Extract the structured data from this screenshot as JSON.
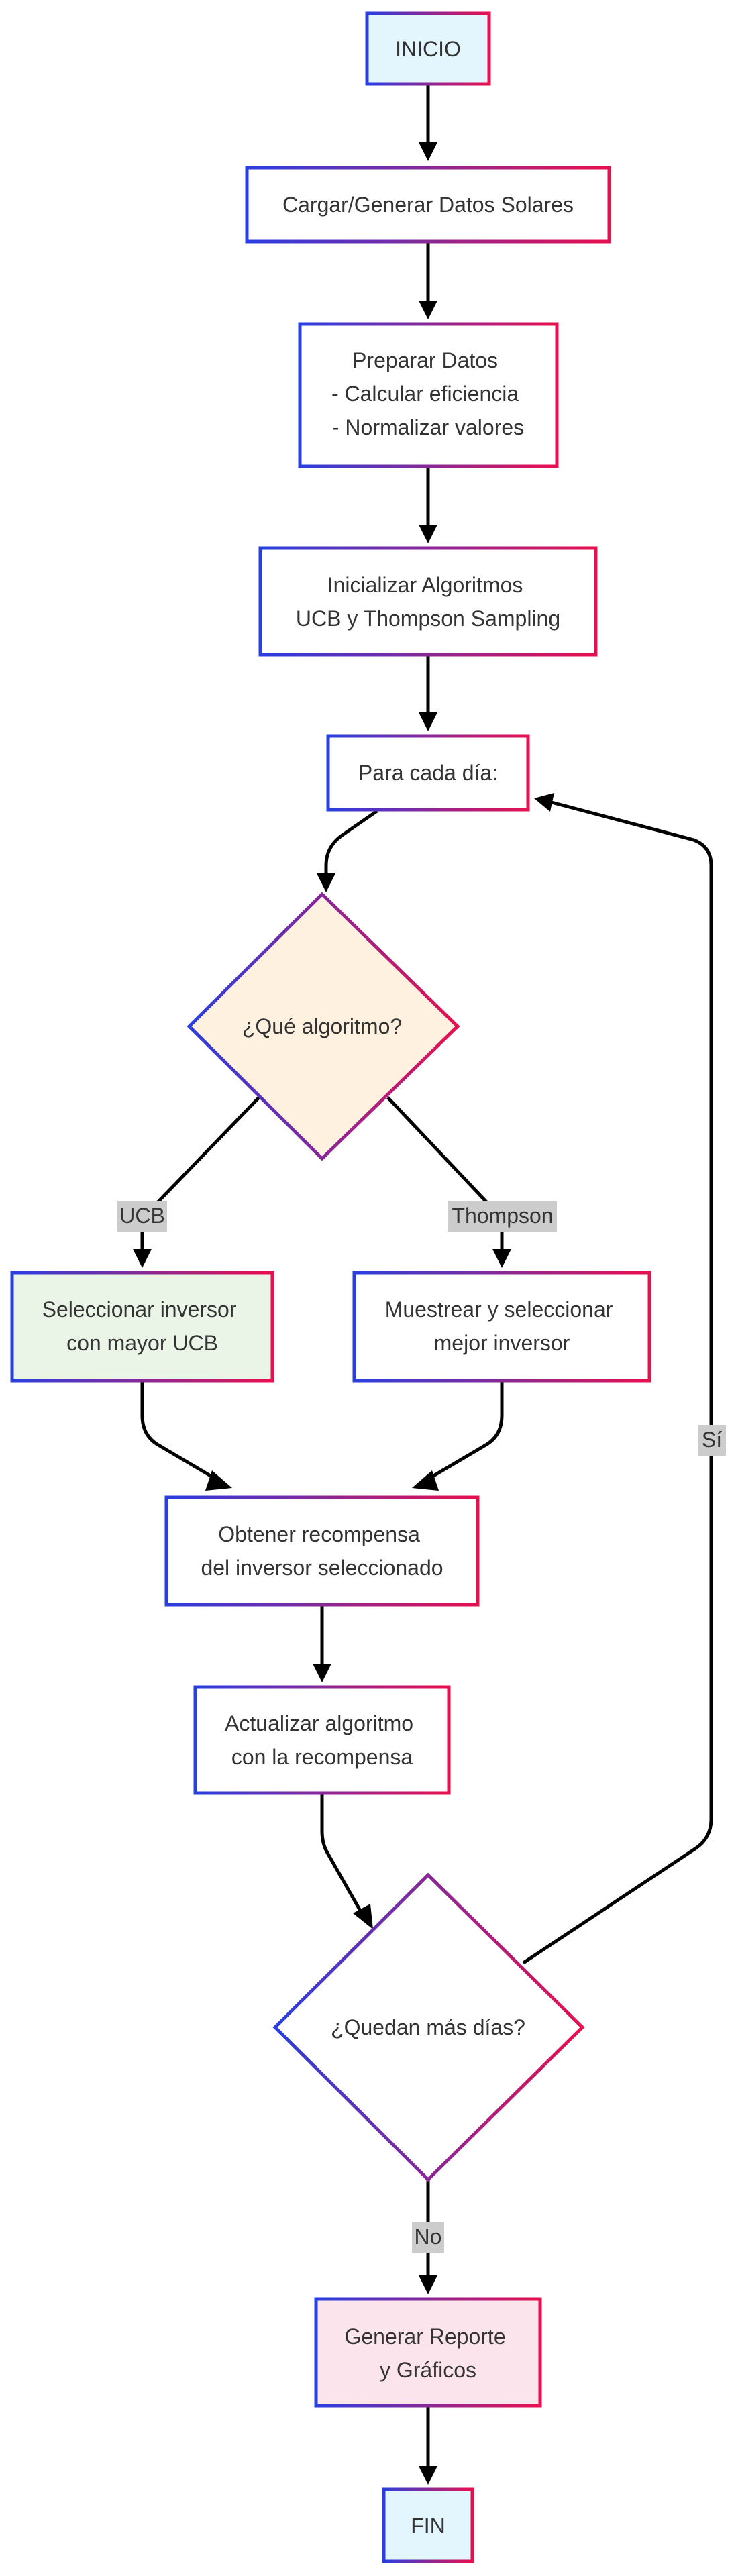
{
  "colors": {
    "border_start": "#2a3fe0",
    "border_end": "#e8104f",
    "fill_default": "#ffffff",
    "fill_terminal": "#e3f5fd",
    "fill_decision_algo": "#fff1df",
    "fill_ucb": "#eaf5e8",
    "fill_report": "#fbe4ec",
    "edge_label_bg": "#cccccc",
    "text": "#333333",
    "edge": "#000000"
  },
  "nodes": {
    "inicio": {
      "lines": [
        "INICIO"
      ]
    },
    "cargar": {
      "lines": [
        "Cargar/Generar Datos Solares"
      ]
    },
    "preparar": {
      "lines": [
        "Preparar Datos",
        "- Calcular eficiencia",
        "- Normalizar valores"
      ]
    },
    "inicializar": {
      "lines": [
        "Inicializar Algoritmos",
        "UCB y Thompson Sampling"
      ]
    },
    "para_cada_dia": {
      "lines": [
        "Para cada día:"
      ]
    },
    "que_algoritmo": {
      "lines": [
        "¿Qué algoritmo?"
      ]
    },
    "seleccionar_ucb": {
      "lines": [
        "Seleccionar inversor",
        "con mayor UCB"
      ]
    },
    "muestrear": {
      "lines": [
        "Muestrear y seleccionar",
        "mejor inversor"
      ]
    },
    "obtener": {
      "lines": [
        "Obtener recompensa",
        "del inversor seleccionado"
      ]
    },
    "actualizar": {
      "lines": [
        "Actualizar algoritmo",
        "con la recompensa"
      ]
    },
    "quedan_dias": {
      "lines": [
        "¿Quedan más días?"
      ]
    },
    "generar_reporte": {
      "lines": [
        "Generar Reporte",
        "y Gráficos"
      ]
    },
    "fin": {
      "lines": [
        "FIN"
      ]
    }
  },
  "edge_labels": {
    "ucb": "UCB",
    "thompson": "Thompson",
    "si": "Sí",
    "no": "No"
  }
}
